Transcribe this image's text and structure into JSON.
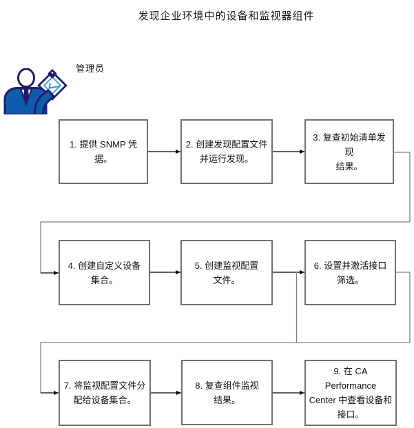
{
  "title": "发现企业环境中的设备和监视器组件",
  "actor": {
    "label": "管理员",
    "icon": "admin-with-clipboard-icon"
  },
  "colors": {
    "accent_navy": "#211a6d",
    "accent_blue": "#0f5cad",
    "accent_teal": "#3ba7d9",
    "box_border": "#707070",
    "connector_gray": "#808080",
    "arrow_black": "#000000"
  },
  "steps": [
    {
      "id": 1,
      "lines": [
        "1. 提供 SNMP 凭据。"
      ]
    },
    {
      "id": 2,
      "lines": [
        "2. 创建发现配置文件",
        "并运行发现。"
      ]
    },
    {
      "id": 3,
      "lines": [
        "3. 复查初始清单发现",
        "结果。"
      ]
    },
    {
      "id": 4,
      "lines": [
        "4. 创建自定义设备",
        "集合。"
      ]
    },
    {
      "id": 5,
      "lines": [
        "5. 创建监视配置",
        "文件。"
      ]
    },
    {
      "id": 6,
      "lines": [
        "6. 设置并激活接口",
        "筛选。"
      ]
    },
    {
      "id": 7,
      "lines": [
        "7. 将监视配置文件分",
        "配给设备集合。"
      ]
    },
    {
      "id": 8,
      "lines": [
        "8. 复查组件监视",
        "结果。"
      ]
    },
    {
      "id": 9,
      "lines": [
        "9. 在 CA Performance",
        "Center 中查看设备和",
        "接口。"
      ]
    }
  ]
}
